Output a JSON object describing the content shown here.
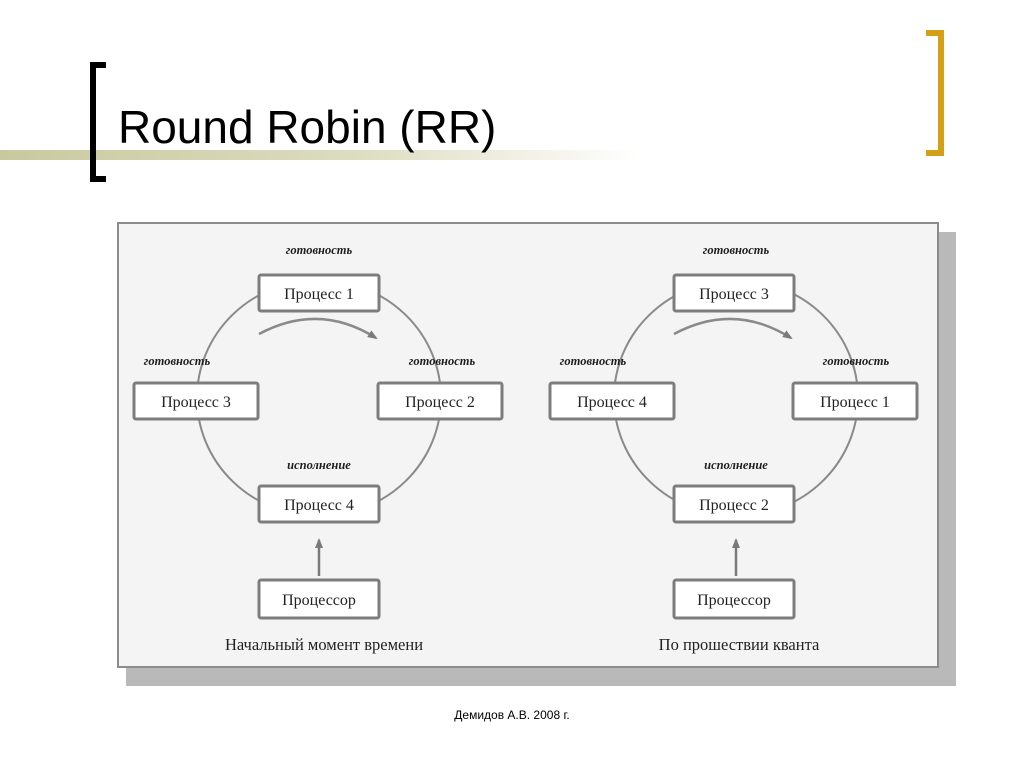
{
  "slide": {
    "title": "Round Robin (RR)",
    "footer": "Демидов А.В. 2008 г.",
    "accent_color": "#d4a017"
  },
  "diagrams": [
    {
      "processes": {
        "top": "Процесс 1",
        "left": "Процесс 3",
        "right": "Процесс 2",
        "bottom": "Процесс 4"
      },
      "states": {
        "top": "готовность",
        "left": "готовность",
        "right": "готовность",
        "bottom": "исполнение"
      },
      "processor": "Процессор",
      "caption": "Начальный момент времени"
    },
    {
      "processes": {
        "top": "Процесс 3",
        "left": "Процесс 4",
        "right": "Процесс 1",
        "bottom": "Процесс 2"
      },
      "states": {
        "top": "готовность",
        "left": "готовность",
        "right": "готовность",
        "bottom": "исполнение"
      },
      "processor": "Процессор",
      "caption": "По прошествии кванта"
    }
  ]
}
